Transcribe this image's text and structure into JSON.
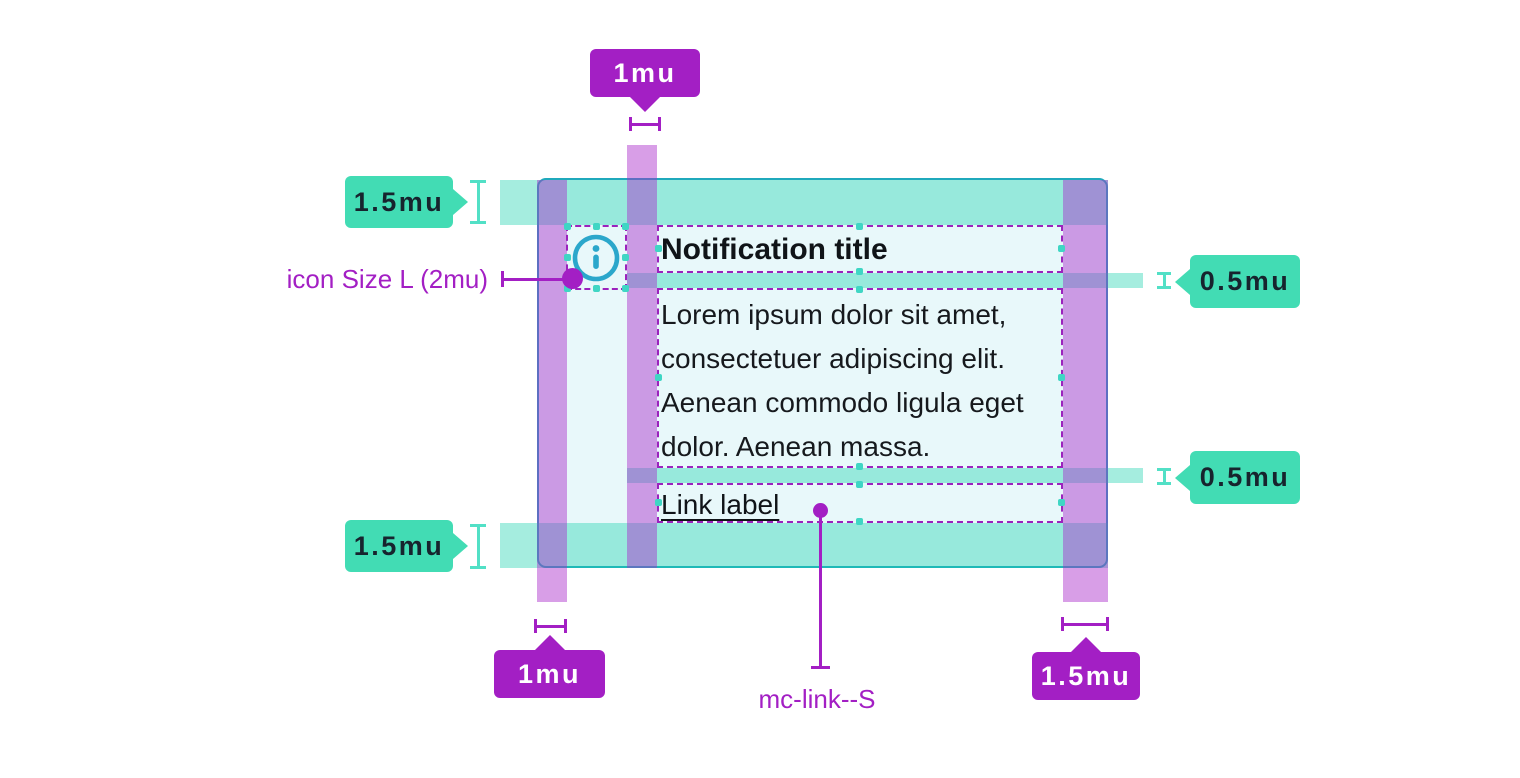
{
  "notification": {
    "title": "Notification title",
    "body": "Lorem ipsum dolor sit amet,\nconsectetuer adipiscing elit.\nAenean commodo ligula eget\ndolor. Aenean massa.",
    "link_label": "Link label",
    "icon": "info-icon"
  },
  "measurements": {
    "icon_text_gap": "1mu",
    "padding_top": "1.5mu",
    "title_body_gap": "0.5mu",
    "body_link_gap": "0.5mu",
    "padding_bottom": "1.5mu",
    "padding_left": "1mu",
    "padding_right": "1.5mu"
  },
  "callouts": {
    "icon_size": "icon Size L (2mu)",
    "link_component": "mc-link--S"
  },
  "colors": {
    "accent_purple": "#a31fc4",
    "accent_teal": "#42dcb4",
    "icon_blue": "#2ba7cb",
    "card_background": "#e8f8fa",
    "card_border": "#1fa9bc"
  }
}
